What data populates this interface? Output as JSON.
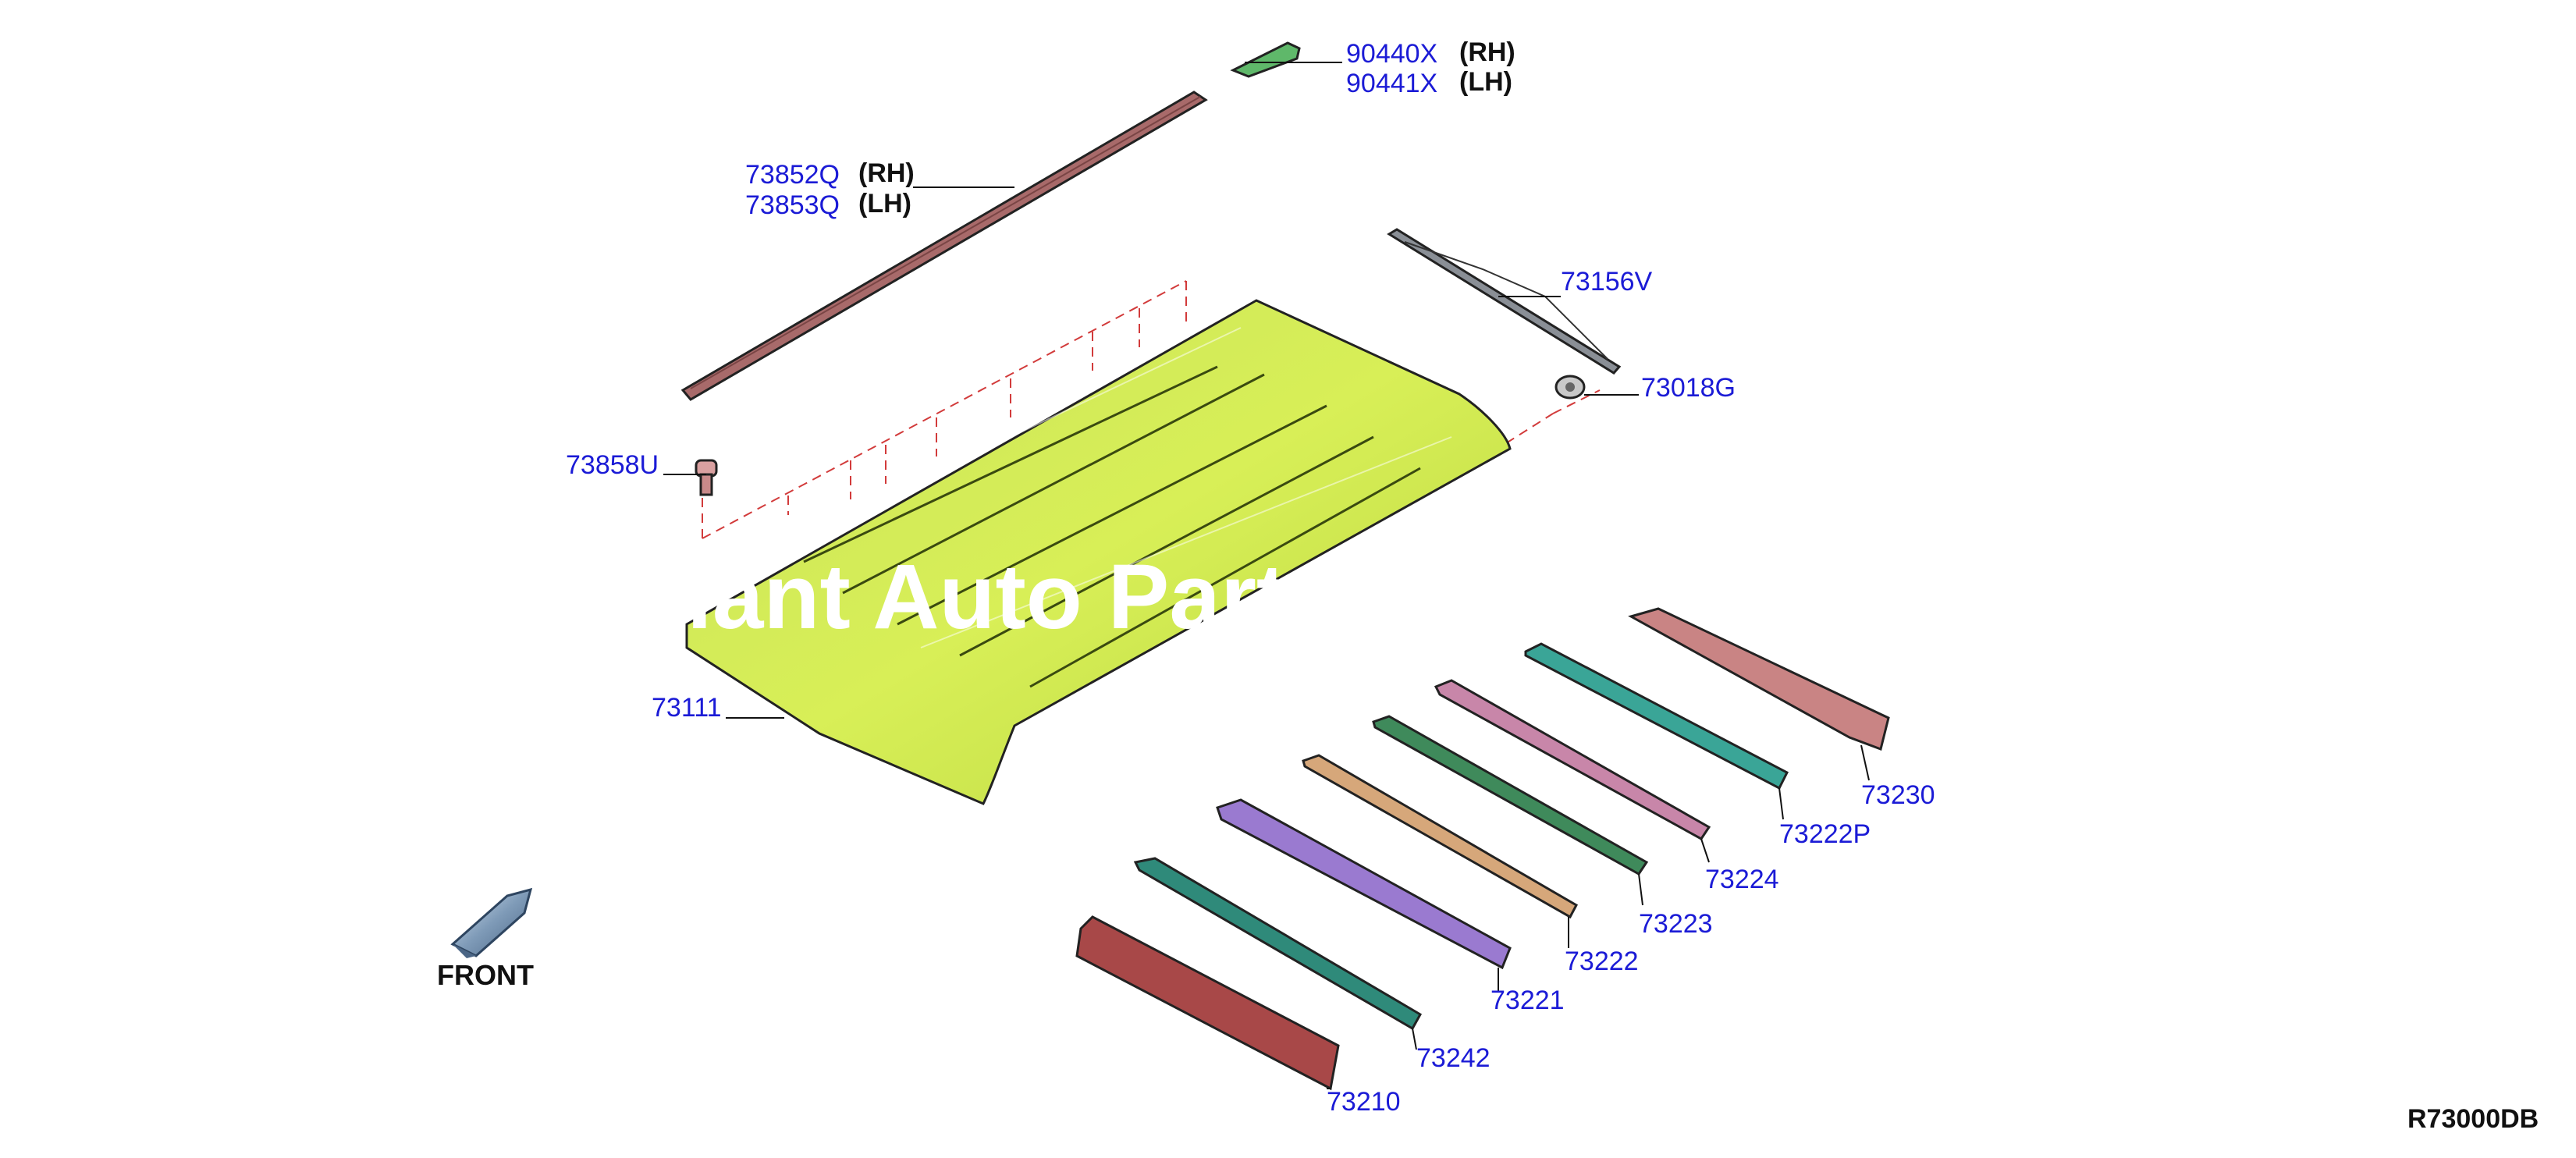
{
  "labels": {
    "p90440x": "90440X",
    "p90441x": "90441X",
    "rh1": "(RH)",
    "lh1": "(LH)",
    "p73852q": "73852Q",
    "p73853q": "73853Q",
    "rh2": "(RH)",
    "lh2": "(LH)",
    "p73156v": "73156V",
    "p73018g": "73018G",
    "p73858u": "73858U",
    "p73111": "73111",
    "p73230": "73230",
    "p73222p": "73222P",
    "p73224": "73224",
    "p73223": "73223",
    "p73222": "73222",
    "p73221": "73221",
    "p73242": "73242",
    "p73210": "73210",
    "front": "FRONT",
    "ref": "R73000DB",
    "watermark": "iant Auto Part"
  },
  "colors": {
    "part_number": "#1b1bd6",
    "roof": "#d2ea4e",
    "rail": "#a86a6a",
    "leader_dash": "#d23b3b"
  },
  "icons": {
    "front_arrow": "front-arrow-icon"
  }
}
